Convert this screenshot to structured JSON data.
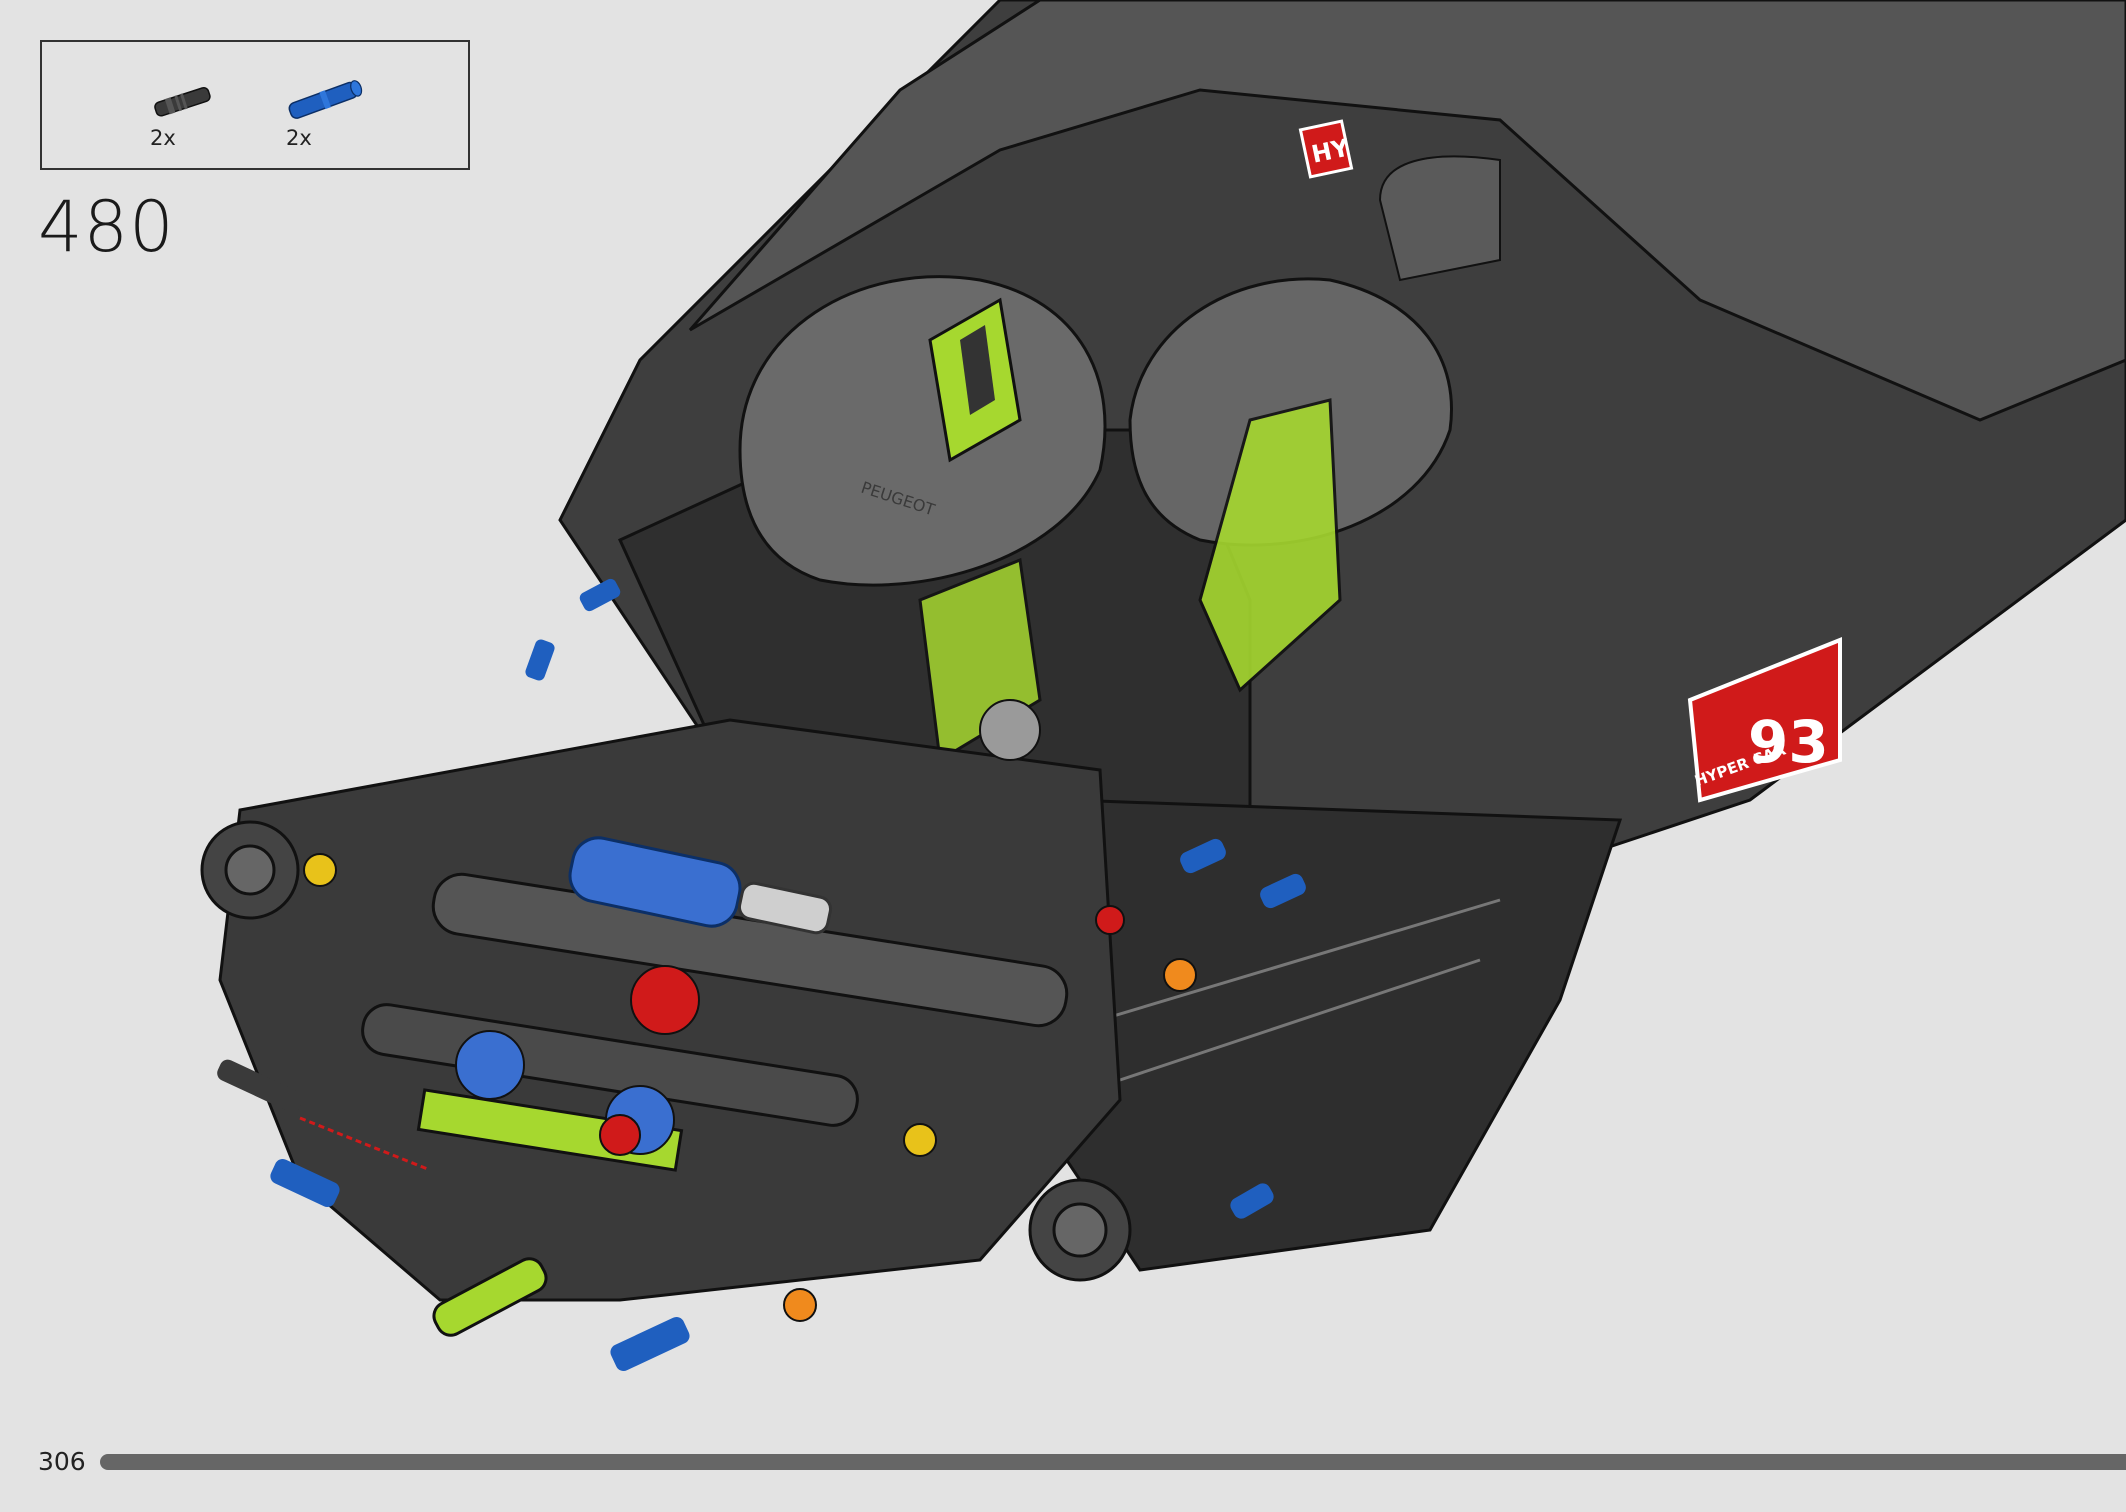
{
  "step": {
    "number": "480"
  },
  "parts_list": {
    "items": [
      {
        "name": "black-axle-pin-icon",
        "color": "#3a3a3a",
        "quantity": "2x"
      },
      {
        "name": "blue-axle-pin-icon",
        "color": "#1f5fbf",
        "quantity": "2x"
      }
    ]
  },
  "page": {
    "number": "306",
    "progress_percent": 100
  },
  "model": {
    "race_number": "93",
    "badge_text": "HY",
    "hypercar_label": "HYPER CAR",
    "brand_text": "PEUGEOT",
    "colors": {
      "body": "#4a4a4a",
      "body_dark": "#2e2e2e",
      "accent_green": "#a6d82f",
      "accent_red": "#d01a1a",
      "pin_blue": "#1f5fbf",
      "spring_blue": "#3a6fd0"
    }
  }
}
